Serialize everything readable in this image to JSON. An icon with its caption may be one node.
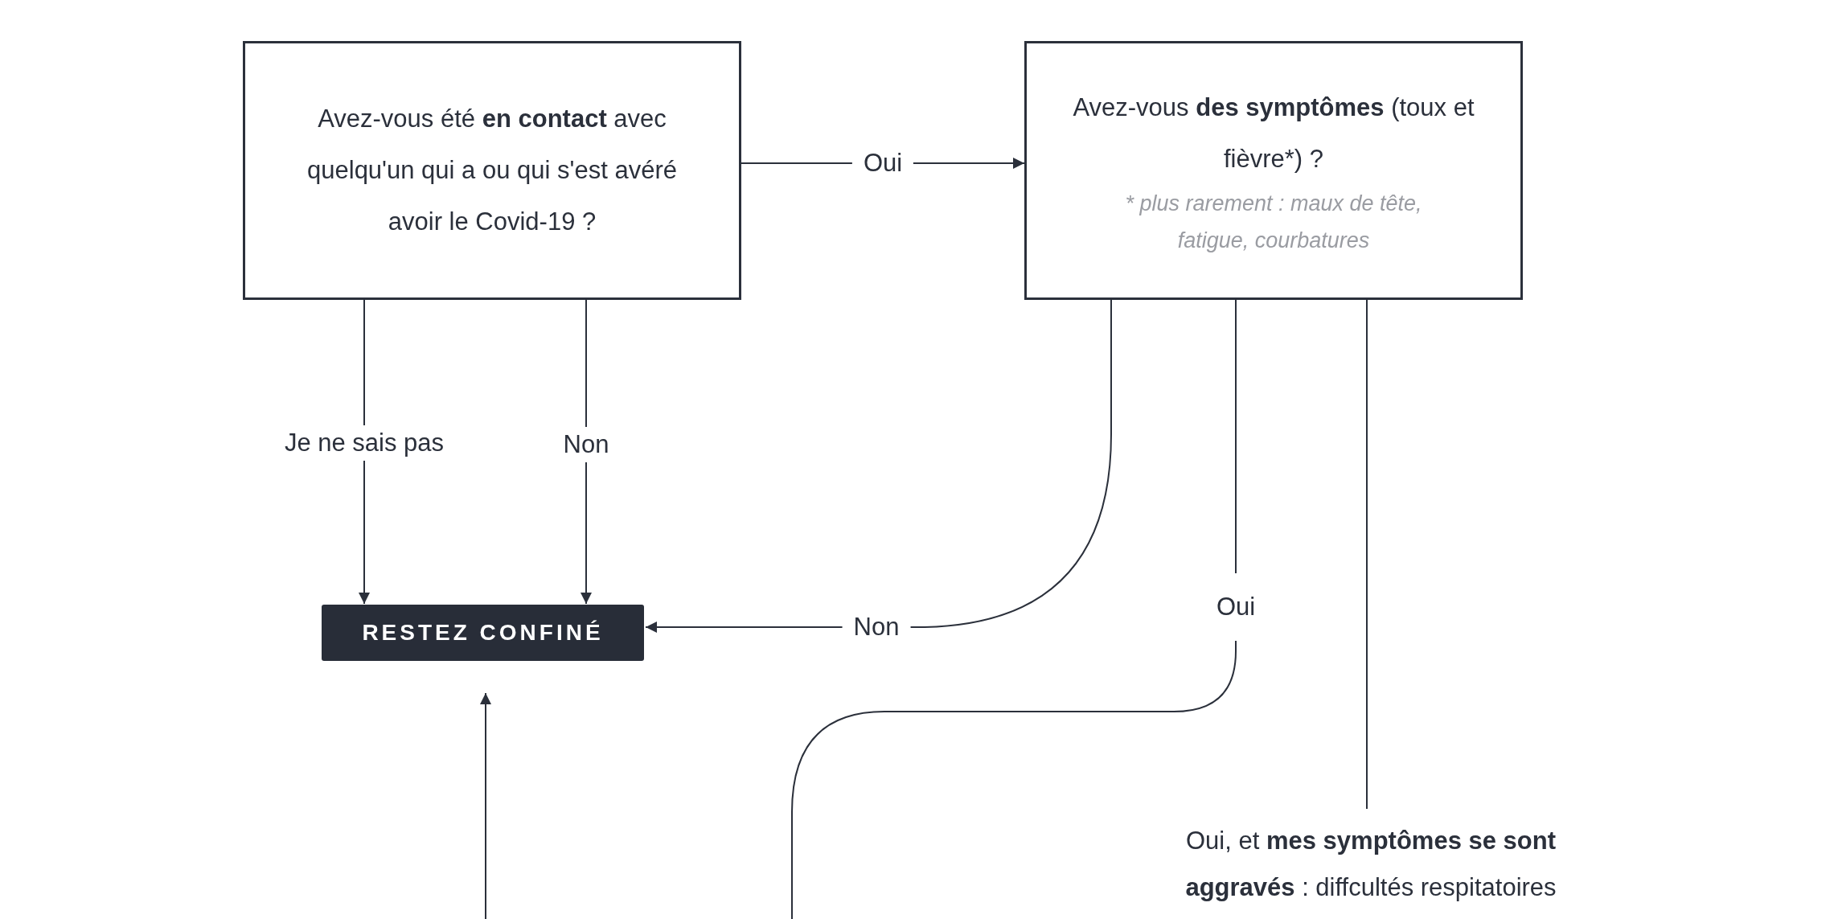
{
  "diagram": {
    "nodes": [
      {
        "text": [
          "Avez-vous été **en contact** avec quelqu'un qui a ou qui s'est avéré avoir le Covid-19 ?"
        ]
      },
      {
        "text": [
          "Avez-vous **des symptômes** (toux et fièvre*) ?",
          "* plus rarement : maux de tête, fatigue, courbatures"
        ]
      },
      {
        "text": [
          "RESTEZ CONFINÉ"
        ]
      },
      {
        "text": [
          "Oui, et **mes symptômes se sont aggravés** : diffcultés respitatoires"
        ]
      }
    ],
    "edges": [
      {
        "from": 0,
        "to": 1,
        "arrow": "to",
        "label": "Oui"
      },
      {
        "from": 0,
        "to": 2,
        "arrow": "to",
        "label": "Je ne sais pas"
      },
      {
        "from": 0,
        "to": 2,
        "arrow": "to",
        "label": "Non"
      },
      {
        "from": 1,
        "to": 2,
        "arrow": "to",
        "label": "Non"
      },
      {
        "from": 1,
        "to": null,
        "arrow": "none",
        "label": "Oui"
      },
      {
        "from": 1,
        "to": 3,
        "arrow": "none"
      },
      {
        "from": null,
        "to": 2,
        "arrow": "to"
      }
    ]
  }
}
